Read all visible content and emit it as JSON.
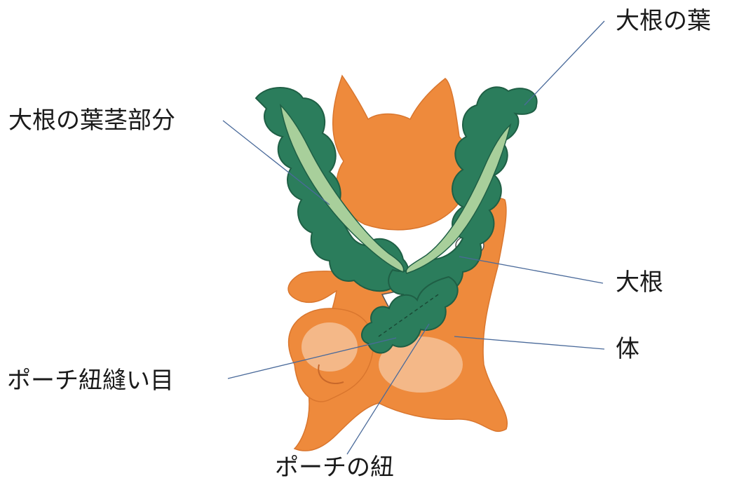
{
  "labels": {
    "daikon_leaf": "大根の葉",
    "daikon_leaf_stem": "大根の葉茎部分",
    "daikon": "大根",
    "body": "体",
    "pouch_string_seam": "ポーチ紐縫い目",
    "pouch_string": "ポーチの紐"
  },
  "colors": {
    "body_orange": "#ee8a3c",
    "body_shade": "#f6c7a2",
    "leaf_green": "#2b7d5c",
    "leaf_outline": "#1f5f45",
    "stem_green": "#a8cf9b",
    "radish_white": "#ffffff",
    "leader_line": "#4a6a9a",
    "text": "#1a1a1a"
  }
}
